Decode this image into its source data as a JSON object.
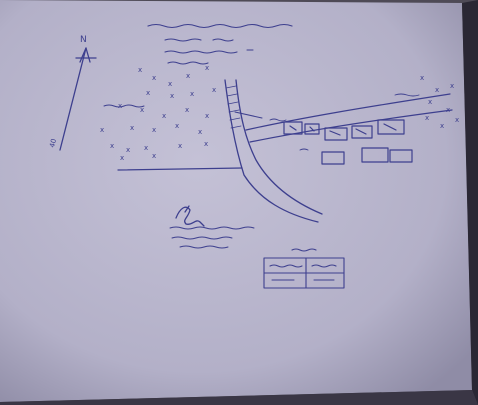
{
  "sketch": {
    "north_label": "N",
    "scale_label": "40",
    "tree_marks": [
      "x",
      "x",
      "x",
      "x",
      "x",
      "x",
      "x",
      "x",
      "x",
      "x",
      "x",
      "x",
      "x",
      "x",
      "x",
      "x",
      "x",
      "x",
      "x",
      "x",
      "x",
      "x",
      "x",
      "x",
      "x",
      "x",
      "x",
      "x",
      "x",
      "x",
      "x",
      "x",
      "x",
      "x"
    ]
  },
  "colors": {
    "paper": "#b9b6cc",
    "ink": "#3d3f8e",
    "background": "#4e4a56"
  }
}
